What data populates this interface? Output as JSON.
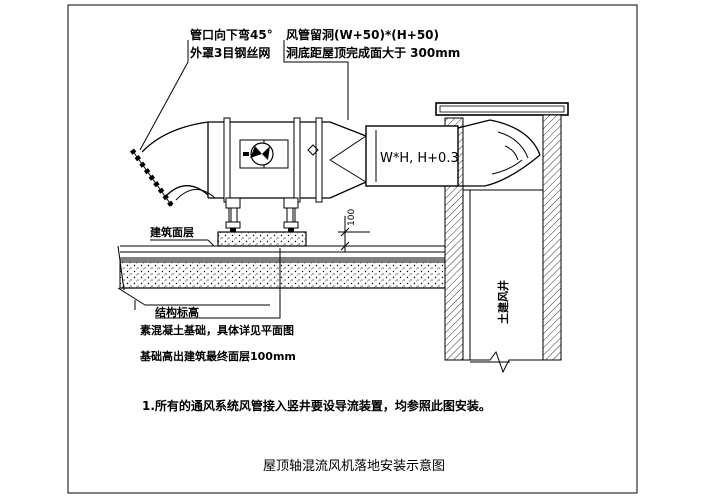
{
  "labels": {
    "pipe_outlet_line1": "管口向下弯45°",
    "pipe_outlet_line2": "外罩3目钢丝网",
    "duct_opening_line1": "风管留洞(W+50)*(H+50)",
    "duct_opening_line2": "洞底距屋顶完成面大于 300mm",
    "duct_size": "W*H, H+0.3",
    "building_surface": "建筑面层",
    "dimension_100": "100",
    "structural_elevation": "结构标高",
    "concrete_base": "素混凝土基础，具体详见平面图",
    "base_height": "基础高出建筑最终面层100mm",
    "shaft": "土建风井",
    "note": "1.所有的通风系统风管接入竖井要设导流装置，均参照此图安装。",
    "title": "屋顶轴混流风机落地安装示意图"
  }
}
